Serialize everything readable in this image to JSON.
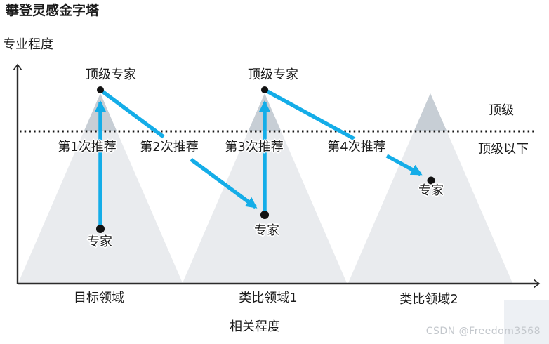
{
  "page": {
    "title": "攀登灵感金字塔"
  },
  "axes": {
    "y_label": "专业程度",
    "x_label": "相关程度"
  },
  "threshold": {
    "above_label": "顶级",
    "below_label": "顶级以下"
  },
  "pyramids": [
    {
      "domain_label": "目标领域",
      "top_label": "顶级专家",
      "expert_label": "专家"
    },
    {
      "domain_label": "类比领域1",
      "top_label": "顶级专家",
      "expert_label": "专家"
    },
    {
      "domain_label": "类比领域2",
      "expert_label": "专家"
    }
  ],
  "recommendations": [
    "第1次推荐",
    "第2次推荐",
    "第3次推荐",
    "第4次推荐"
  ],
  "watermark": "CSDN @Freedom3568",
  "colors": {
    "arrow": "#14ade8",
    "pyramid_body": "#e9ebee",
    "pyramid_tip": "#c7ced5",
    "axis": "#2b2b2b",
    "dot": "#121212",
    "text": "#1b1b1b",
    "watermark": "#c3c7cc",
    "corner_box": "#edf0f4"
  }
}
